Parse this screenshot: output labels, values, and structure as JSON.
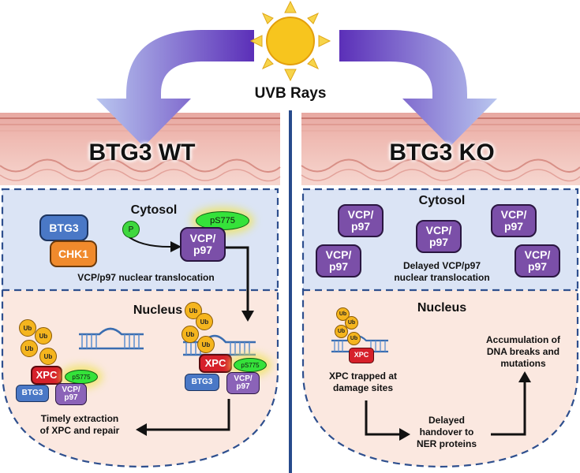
{
  "title": "UVB Rays",
  "left": {
    "header": "BTG3 WT",
    "cytosol": {
      "label": "Cytosol",
      "btg3": "BTG3",
      "chk1": "CHK1",
      "phospho": "P",
      "vcp": "VCP/\np97",
      "ps775": "pS775",
      "caption": "VCP/p97 nuclear translocation"
    },
    "nucleus": {
      "label": "Nucleus",
      "ub": "Ub",
      "xpc": "XPC",
      "btg3": "BTG3",
      "vcp": "VCP/\np97",
      "ps775": "pS775",
      "caption": "Timely extraction\nof XPC and repair"
    }
  },
  "right": {
    "header": "BTG3 KO",
    "cytosol": {
      "label": "Cytosol",
      "vcp": "VCP/\np97",
      "caption": "Delayed VCP/p97\nnuclear translocation"
    },
    "nucleus": {
      "label": "Nucleus",
      "ub": "Ub",
      "xpc": "XPC",
      "trapped": "XPC trapped at\ndamage sites",
      "handover": "Delayed\nhandover to\nNER proteins",
      "accumulation": "Accumulation of\nDNA breaks and\nmutations"
    }
  },
  "colors": {
    "cytosol_bg": "#dbe4f5",
    "nucleus_bg": "#fbe8e0",
    "vcp": "#7b4fa8",
    "btg3": "#4a78c6",
    "chk1": "#f08a2c",
    "xpc": "#d6202a",
    "ub": "#f5b51e",
    "ps775": "#35e23a",
    "divider": "#274a8c",
    "sun": "#f7c51e",
    "uv_arrow": "#7a48c8"
  }
}
